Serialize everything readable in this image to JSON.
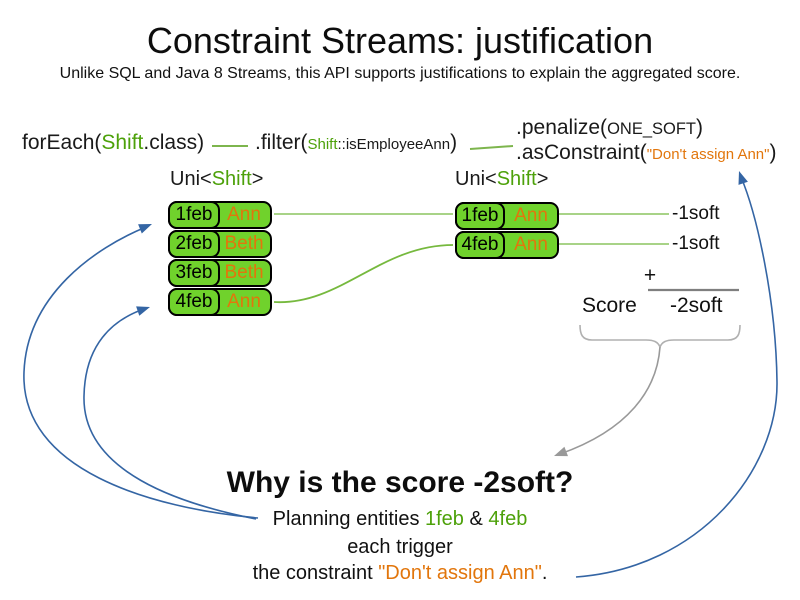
{
  "slide": {
    "title": "Constraint Streams: justification",
    "subtitle": "Unlike SQL and Java 8 Streams, this API supports justifications to explain the aggregated score."
  },
  "code": {
    "foreach_pre": "forEach(",
    "foreach_class": "Shift",
    "foreach_post": ".class)",
    "filter_pre": ".filter(",
    "filter_arg_class": "Shift",
    "filter_arg_rest": "::isEmployeeAnn",
    "filter_post": ")",
    "penalize_pre": ".penalize(",
    "penalize_arg": "ONE_SOFT",
    "penalize_post": ")",
    "asconstraint_pre": ".asConstraint(",
    "asconstraint_arg": "\"Don't assign Ann\"",
    "asconstraint_post": ")"
  },
  "stream_types": {
    "left_pre": "Uni<",
    "left_class": "Shift",
    "left_post": ">",
    "right_pre": "Uni<",
    "right_class": "Shift",
    "right_post": ">"
  },
  "left_collection": {
    "rows": [
      {
        "date": "1feb",
        "employee": "Ann"
      },
      {
        "date": "2feb",
        "employee": "Beth"
      },
      {
        "date": "3feb",
        "employee": "Beth"
      },
      {
        "date": "4feb",
        "employee": "Ann"
      }
    ]
  },
  "right_collection": {
    "rows": [
      {
        "date": "1feb",
        "employee": "Ann"
      },
      {
        "date": "4feb",
        "employee": "Ann"
      }
    ]
  },
  "score_panel": {
    "penalty1": "-1soft",
    "penalty2": "-1soft",
    "plus": "+",
    "score_label": "Score",
    "total": "-2soft"
  },
  "why": {
    "heading": "Why is the score -2soft?",
    "line1_pre": "Planning entities ",
    "entity1": "1feb",
    "amp": " & ",
    "entity2": "4feb",
    "line2": "each trigger",
    "line3_pre": "the constraint ",
    "constraint": "\"Don't assign Ann\"",
    "line3_post": "."
  },
  "colors": {
    "green_fill": "#70d22c",
    "green_text": "#4da10a",
    "green_line": "#7db54d",
    "green_line_light": "#a8d387",
    "orange_text": "#e2760c",
    "blue_arrow": "#3465a4",
    "gray_arrow": "#999999"
  }
}
